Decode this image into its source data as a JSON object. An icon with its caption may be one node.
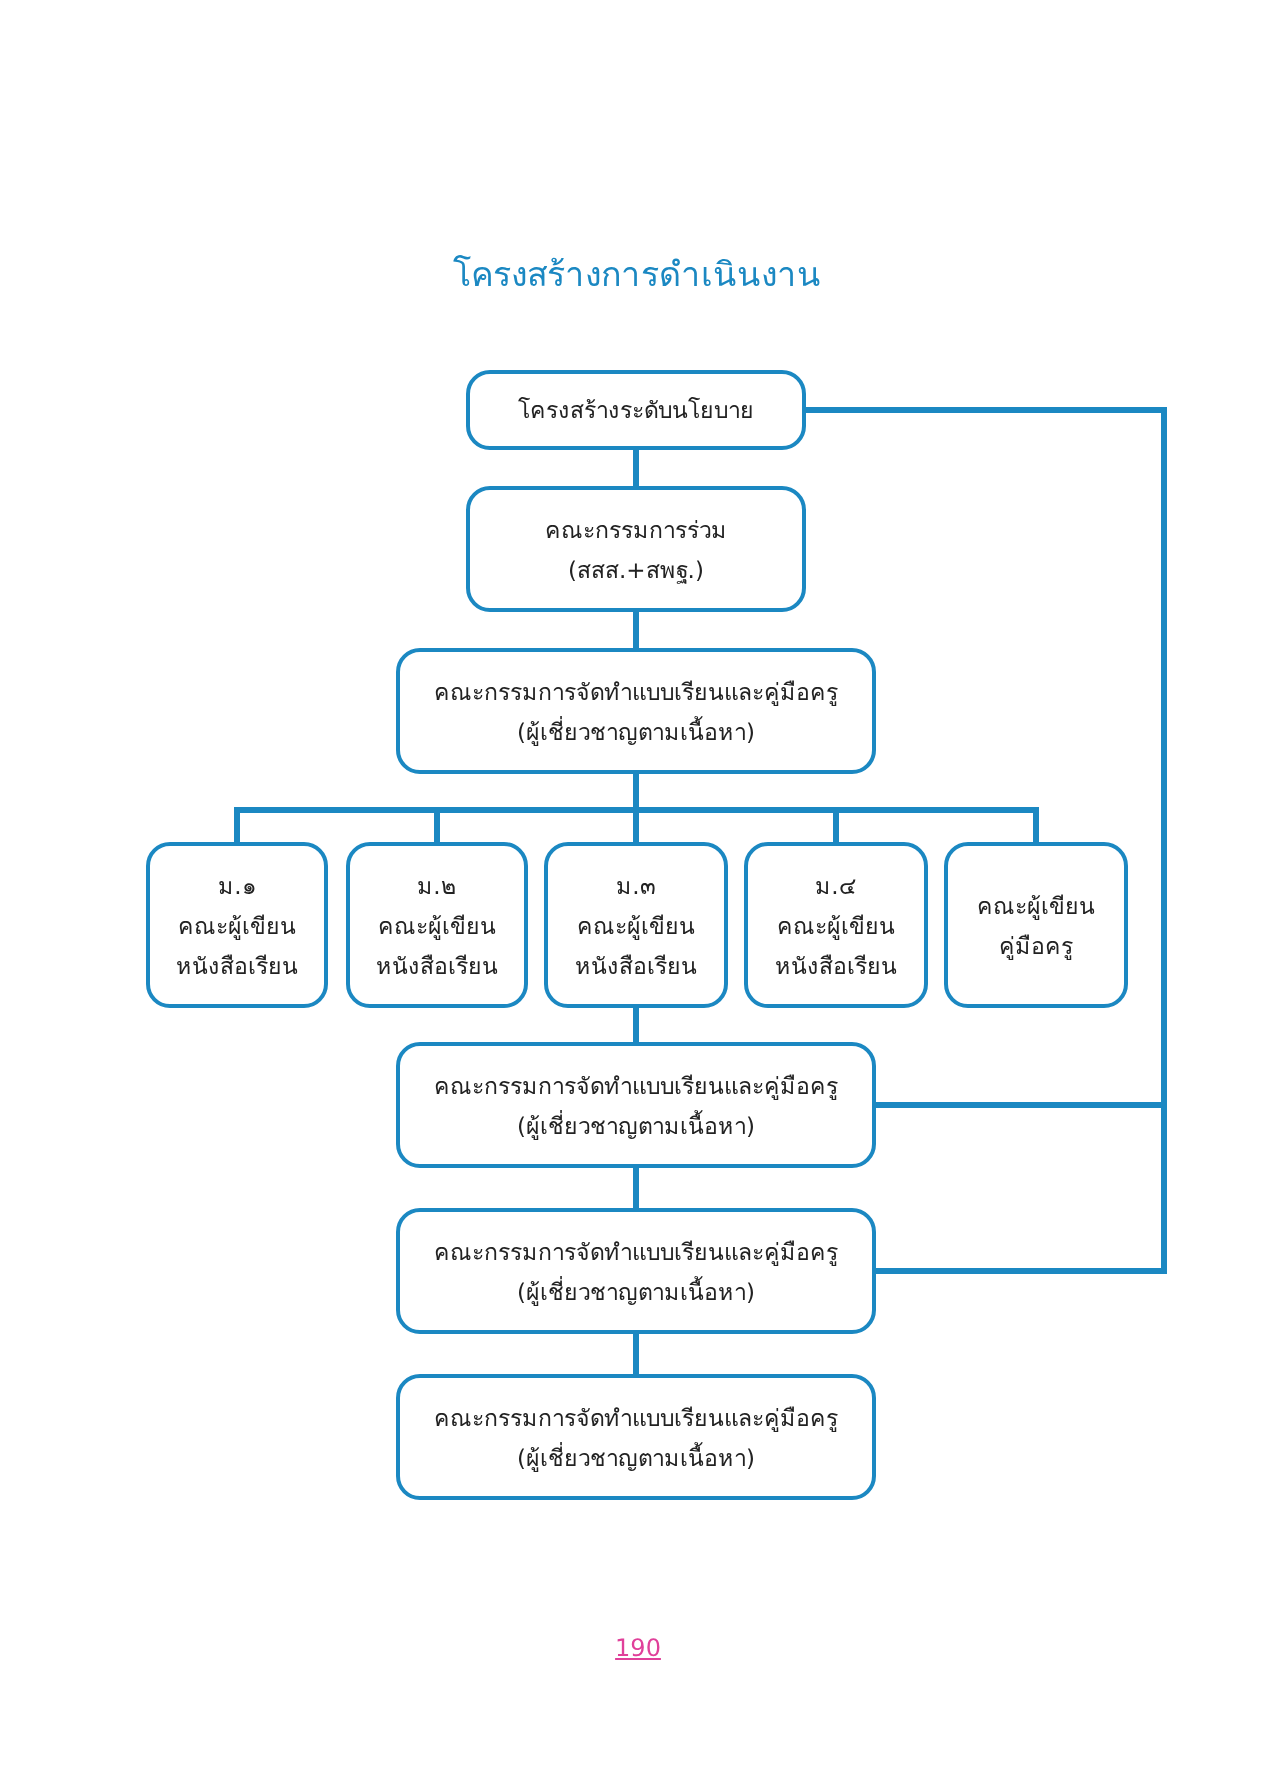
{
  "diagram": {
    "title": "โครงสร้างการดำเนินงาน",
    "nodes": [
      {
        "text": [
          "โครงสร้างระดับนโยบาย"
        ]
      },
      {
        "text": [
          "คณะกรรมการร่วม",
          "(สสส.+สพฐ.)"
        ]
      },
      {
        "text": [
          "คณะกรรมการจัดทำแบบเรียนและคู่มือครู",
          "(ผู้เชี่ยวชาญตามเนื้อหา)"
        ]
      },
      {
        "text": [
          "ม.๑",
          "คณะผู้เขียน หนังสือเรียน"
        ]
      },
      {
        "text": [
          "ม.๒",
          "คณะผู้เขียน หนังสือเรียน"
        ]
      },
      {
        "text": [
          "ม.๓",
          "คณะผู้เขียน หนังสือเรียน"
        ]
      },
      {
        "text": [
          "ม.๔",
          "คณะผู้เขียน หนังสือเรียน"
        ]
      },
      {
        "text": [
          "คณะผู้เขียน คู่มือครู"
        ]
      },
      {
        "text": [
          "คณะกรรมการจัดทำแบบเรียนและคู่มือครู",
          "(ผู้เชี่ยวชาญตามเนื้อหา)"
        ]
      },
      {
        "text": [
          "คณะกรรมการจัดทำแบบเรียนและคู่มือครู",
          "(ผู้เชี่ยวชาญตามเนื้อหา)"
        ]
      },
      {
        "text": [
          "คณะกรรมการจัดทำแบบเรียนและคู่มือครู",
          "(ผู้เชี่ยวชาญตามเนื้อหา)"
        ]
      }
    ],
    "edges": [
      {
        "from": 0,
        "to": 1,
        "arrow": "none"
      },
      {
        "from": 1,
        "to": 2,
        "arrow": "none"
      },
      {
        "from": 2,
        "to": 3,
        "arrow": "none"
      },
      {
        "from": 2,
        "to": 4,
        "arrow": "none"
      },
      {
        "from": 2,
        "to": 5,
        "arrow": "none"
      },
      {
        "from": 2,
        "to": 6,
        "arrow": "none"
      },
      {
        "from": 2,
        "to": 7,
        "arrow": "none"
      },
      {
        "from": 5,
        "to": 8,
        "arrow": "none"
      },
      {
        "from": 8,
        "to": 9,
        "arrow": "none"
      },
      {
        "from": 9,
        "to": 10,
        "arrow": "none"
      },
      {
        "from": 0,
        "to": 8,
        "arrow": "none"
      },
      {
        "from": 0,
        "to": 9,
        "arrow": "none"
      }
    ],
    "labels": [
      "190"
    ]
  }
}
